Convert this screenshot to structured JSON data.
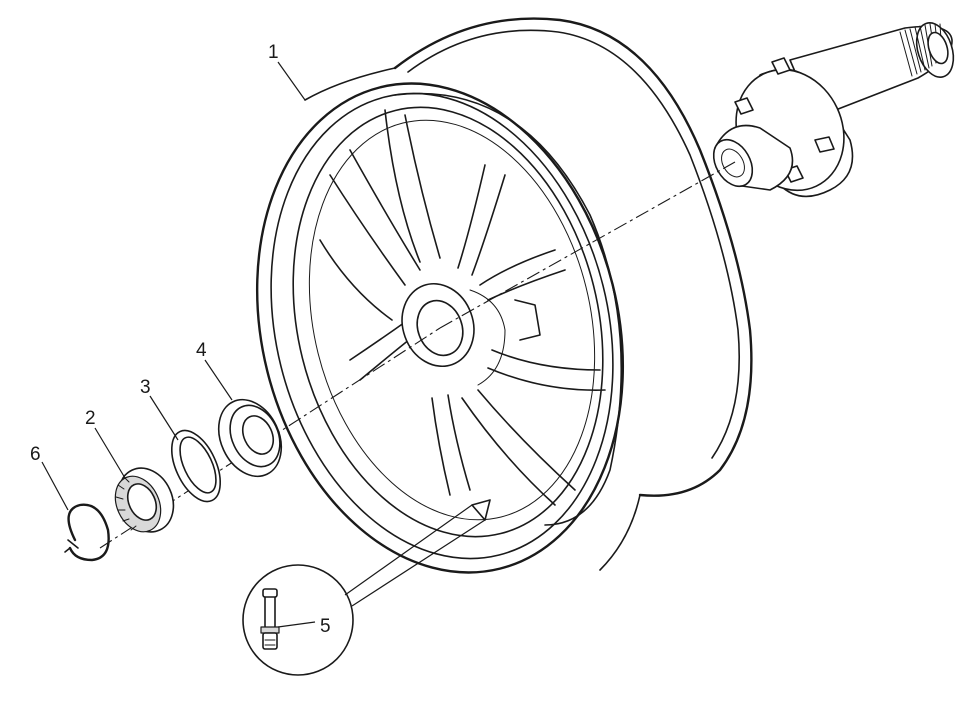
{
  "callouts": [
    {
      "id": "1",
      "label": "1"
    },
    {
      "id": "2",
      "label": "2"
    },
    {
      "id": "3",
      "label": "3"
    },
    {
      "id": "4",
      "label": "4"
    },
    {
      "id": "5",
      "label": "5"
    },
    {
      "id": "6",
      "label": "6"
    }
  ],
  "colors": {
    "line": "#1a1a1a",
    "background": "#ffffff",
    "shade": "#d9d9d9"
  }
}
